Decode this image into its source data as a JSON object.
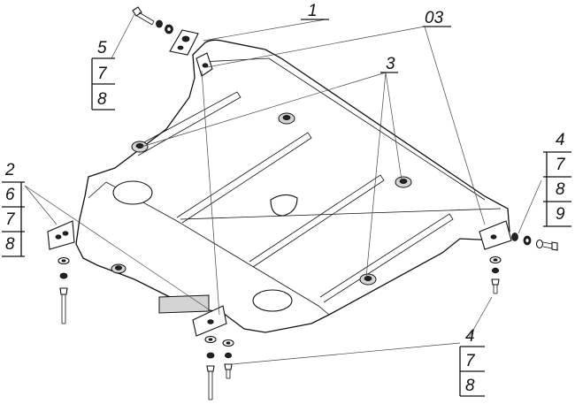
{
  "callouts": {
    "c1": "1",
    "c03": "03",
    "c3": "3",
    "tl": [
      "5",
      "7",
      "8"
    ],
    "left": [
      "2",
      "6",
      "7",
      "8"
    ],
    "right": [
      "4",
      "7",
      "8",
      "9"
    ],
    "bottom": [
      "4",
      "7",
      "8"
    ]
  }
}
